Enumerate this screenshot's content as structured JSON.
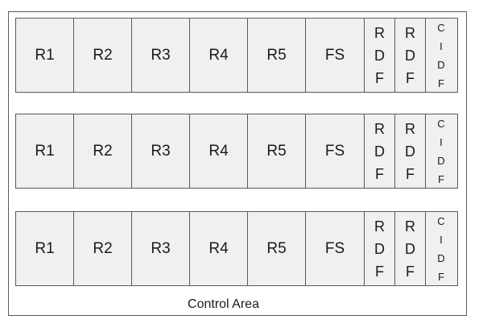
{
  "racks": [
    {
      "r1": "R1",
      "r2": "R2",
      "r3": "R3",
      "r4": "R4",
      "r5": "R5",
      "fs": "FS",
      "rdf1": [
        "R",
        "D",
        "F"
      ],
      "rdf2": [
        "R",
        "D",
        "F"
      ],
      "cidf": [
        "C",
        "I",
        "D",
        "F"
      ]
    },
    {
      "r1": "R1",
      "r2": "R2",
      "r3": "R3",
      "r4": "R4",
      "r5": "R5",
      "fs": "FS",
      "rdf1": [
        "R",
        "D",
        "F"
      ],
      "rdf2": [
        "R",
        "D",
        "F"
      ],
      "cidf": [
        "C",
        "I",
        "D",
        "F"
      ]
    },
    {
      "r1": "R1",
      "r2": "R2",
      "r3": "R3",
      "r4": "R4",
      "r5": "R5",
      "fs": "FS",
      "rdf1": [
        "R",
        "D",
        "F"
      ],
      "rdf2": [
        "R",
        "D",
        "F"
      ],
      "cidf": [
        "C",
        "I",
        "D",
        "F"
      ]
    }
  ],
  "caption": "Control Area",
  "colors": {
    "cell_fill": "#f0f0f0",
    "border": "#595959",
    "text": "#1a1a1a"
  }
}
